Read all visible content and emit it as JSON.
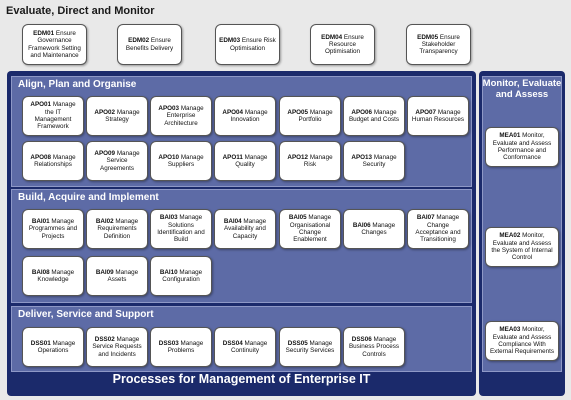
{
  "edm_title": "Evaluate, Direct and Monitor",
  "edm": [
    {
      "code": "EDM01",
      "text": "Ensure Governance Framework Setting and Maintenance"
    },
    {
      "code": "EDM02",
      "text": "Ensure Benefits Delivery"
    },
    {
      "code": "EDM03",
      "text": "Ensure Risk Optimisation"
    },
    {
      "code": "EDM04",
      "text": "Ensure Resource Optimisation"
    },
    {
      "code": "EDM05",
      "text": "Ensure Stakeholder Transparency"
    }
  ],
  "apo": {
    "title": "Align, Plan and Organise",
    "items": [
      {
        "code": "APO01",
        "text": "Manage the IT Management Framework"
      },
      {
        "code": "APO02",
        "text": "Manage Strategy"
      },
      {
        "code": "APO03",
        "text": "Manage Enterprise Architecture"
      },
      {
        "code": "APO04",
        "text": "Manage Innovation"
      },
      {
        "code": "APO05",
        "text": "Manage Portfolio"
      },
      {
        "code": "APO06",
        "text": "Manage Budget and Costs"
      },
      {
        "code": "APO07",
        "text": "Manage Human Resources"
      },
      {
        "code": "APO08",
        "text": "Manage Relationships"
      },
      {
        "code": "APO09",
        "text": "Manage Service Agreements"
      },
      {
        "code": "APO10",
        "text": "Manage Suppliers"
      },
      {
        "code": "APO11",
        "text": "Manage Quality"
      },
      {
        "code": "APO12",
        "text": "Manage Risk"
      },
      {
        "code": "APO13",
        "text": "Manage Security"
      }
    ]
  },
  "bai": {
    "title": "Build, Acquire and Implement",
    "items": [
      {
        "code": "BAI01",
        "text": "Manage Programmes and Projects"
      },
      {
        "code": "BAI02",
        "text": "Manage Requirements Definition"
      },
      {
        "code": "BAI03",
        "text": "Manage Solutions Identification and Build"
      },
      {
        "code": "BAI04",
        "text": "Manage Availability and Capacity"
      },
      {
        "code": "BAI05",
        "text": "Manage Organisational Change Enablement"
      },
      {
        "code": "BAI06",
        "text": "Manage Changes"
      },
      {
        "code": "BAI07",
        "text": "Manage Change Acceptance and Transitioning"
      },
      {
        "code": "BAI08",
        "text": "Manage Knowledge"
      },
      {
        "code": "BAI09",
        "text": "Manage Assets"
      },
      {
        "code": "BAI10",
        "text": "Manage Configuration"
      }
    ]
  },
  "dss": {
    "title": "Deliver, Service and Support",
    "items": [
      {
        "code": "DSS01",
        "text": "Manage Operations"
      },
      {
        "code": "DSS02",
        "text": "Manage Service Requests and Incidents"
      },
      {
        "code": "DSS03",
        "text": "Manage Problems"
      },
      {
        "code": "DSS04",
        "text": "Manage Continuity"
      },
      {
        "code": "DSS05",
        "text": "Manage Security Services"
      },
      {
        "code": "DSS06",
        "text": "Manage Business Process Controls"
      }
    ]
  },
  "mea": {
    "title": "Monitor, Evaluate and Assess",
    "items": [
      {
        "code": "MEA01",
        "text": "Monitor, Evaluate and Assess Performance and Conformance"
      },
      {
        "code": "MEA02",
        "text": "Monitor, Evaluate and Assess the System of Internal Control"
      },
      {
        "code": "MEA03",
        "text": "Monitor, Evaluate and Assess Compliance With External Requirements"
      }
    ]
  },
  "footer": "Processes for Management of Enterprise IT",
  "colors": {
    "panel_dark": "#1b2a6b",
    "panel_light": "#5d6ba6",
    "background": "#e9e9e9"
  }
}
